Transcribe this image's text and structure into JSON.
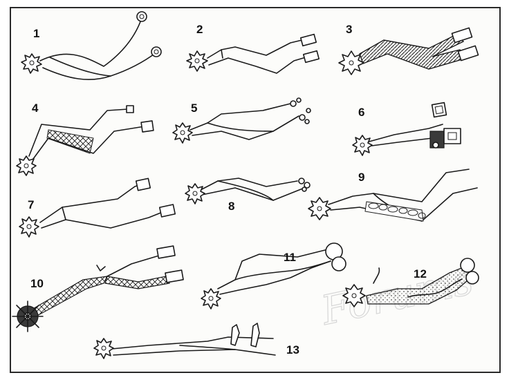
{
  "figure": {
    "labels": [
      "1",
      "2",
      "3",
      "4",
      "5",
      "6",
      "7",
      "8",
      "9",
      "10",
      "11",
      "12",
      "13"
    ],
    "watermark_text": "Forums"
  }
}
